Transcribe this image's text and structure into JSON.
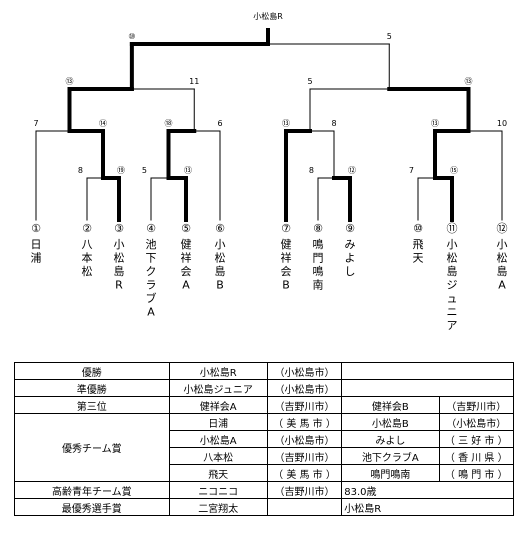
{
  "bracket": {
    "champion": "小松島R",
    "teams": [
      "日浦",
      "八本松",
      "小松島R",
      "池下クラブA",
      "健祥会A",
      "小松島B",
      "健祥会B",
      "鳴門鳴南",
      "みよし",
      "飛天",
      "小松島ジュニア",
      "小松島A"
    ],
    "seeds": [
      "①",
      "②",
      "③",
      "④",
      "⑤",
      "⑥",
      "⑦",
      "⑧",
      "⑨",
      "⑩",
      "⑪",
      "⑫"
    ],
    "round1": [
      {
        "left": "8",
        "right": "⑲"
      },
      {
        "left": "5",
        "right": "⑬"
      },
      {
        "left": "8",
        "right": "⑫"
      },
      {
        "left": "7",
        "right": "⑮"
      }
    ],
    "round2": [
      {
        "left": "7",
        "right": "⑭"
      },
      {
        "left": "⑱",
        "right": "6"
      },
      {
        "left": "⑬",
        "right": "8"
      },
      {
        "left": "⑬",
        "right": "10"
      }
    ],
    "semis": [
      {
        "left": "⑬",
        "right": "11"
      },
      {
        "left": "5",
        "right": "⑬"
      }
    ],
    "final": {
      "left": "⑩",
      "right": "5"
    }
  },
  "results": {
    "rows": [
      {
        "cat": "優勝",
        "cells": [
          {
            "team": "小松島R",
            "city": "（小松島市）"
          }
        ]
      },
      {
        "cat": "準優勝",
        "cells": [
          {
            "team": "小松島ジュニア",
            "city": "（小松島市）"
          }
        ]
      },
      {
        "cat": "第三位",
        "cells": [
          {
            "team": "健祥会A",
            "city": "（吉野川市）"
          },
          {
            "team": "健祥会B",
            "city": "（吉野川市）"
          }
        ]
      },
      {
        "cat": "優秀チーム賞",
        "cells": [
          {
            "team": "日浦",
            "city": "（ 美 馬 市 ）"
          },
          {
            "team": "小松島B",
            "city": "（小松島市）"
          },
          {
            "team": "小松島A",
            "city": "（小松島市）"
          },
          {
            "team": "みよし",
            "city": "（ 三 好 市 ）"
          },
          {
            "team": "八本松",
            "city": "（吉野川市）"
          },
          {
            "team": "池下クラブA",
            "city": "（ 香 川 県 ）"
          },
          {
            "team": "飛天",
            "city": "（ 美 馬 市 ）"
          },
          {
            "team": "鳴門鳴南",
            "city": "（ 鳴 門 市 ）"
          }
        ]
      },
      {
        "cat": "高齢青年チーム賞",
        "cells": [
          {
            "team": "ニコニコ",
            "city": "（吉野川市）",
            "extra": "83.0歳"
          }
        ]
      },
      {
        "cat": "最優秀選手賞",
        "cells": [
          {
            "team": "二宮翔太",
            "city": "",
            "extra": "小松島R"
          }
        ]
      }
    ]
  }
}
